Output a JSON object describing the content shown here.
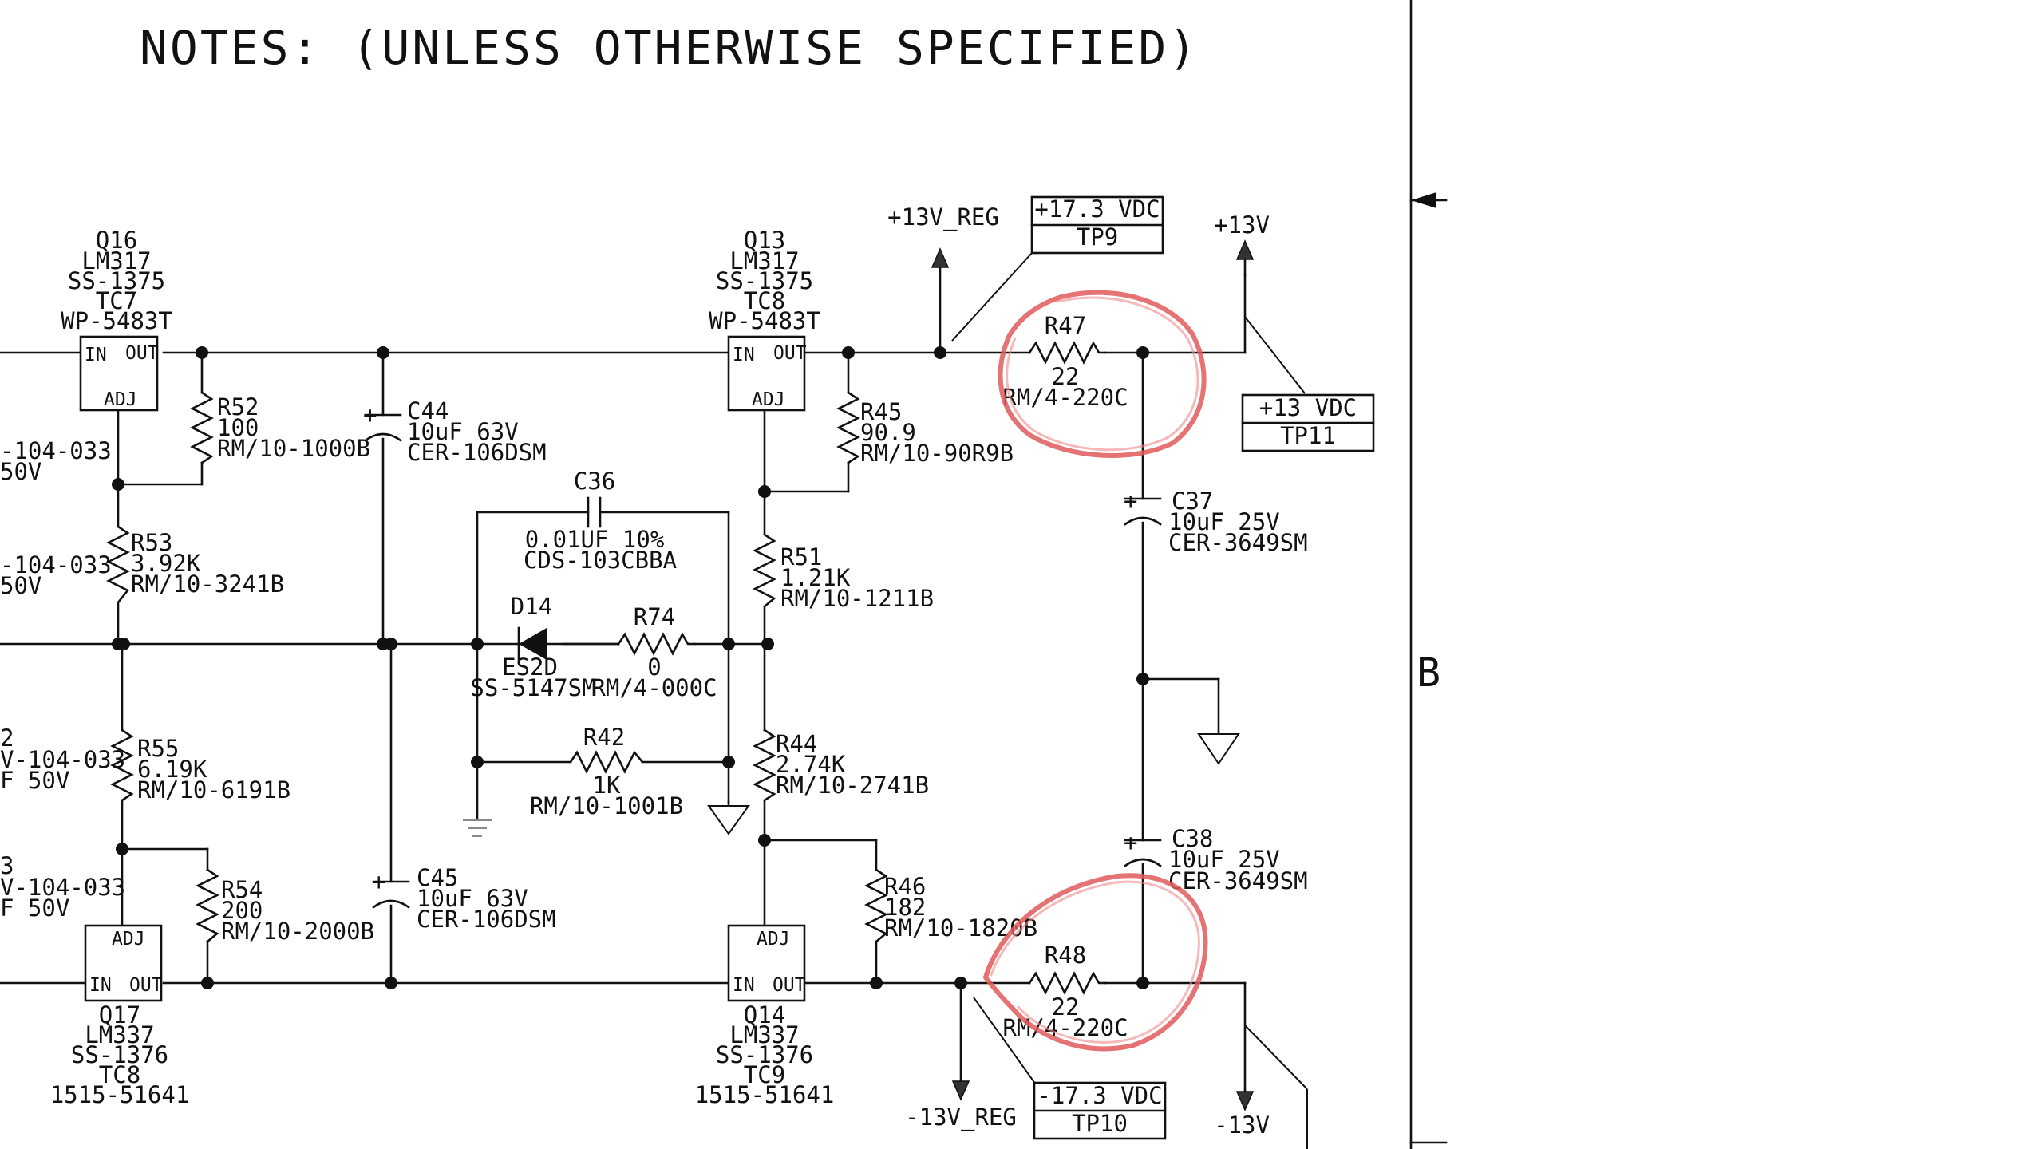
{
  "notes": {
    "title": "NOTES:  (UNLESS OTHERWISE SPECIFIED)"
  },
  "border": {
    "zone_letter": "B"
  },
  "cut_labels": [
    "-104-033",
    "50V",
    "-104-033",
    "50V",
    "2",
    "V-104-033",
    "F 50V",
    "3",
    "V-104-033",
    "F 50V"
  ],
  "regulators": {
    "q16": {
      "lines": [
        "Q16",
        "LM317",
        "SS-1375",
        "TC7",
        "WP-5483T"
      ],
      "in": "IN",
      "out": "OUT",
      "adj": "ADJ"
    },
    "q13": {
      "lines": [
        "Q13",
        "LM317",
        "SS-1375",
        "TC8",
        "WP-5483T"
      ],
      "in": "IN",
      "out": "OUT",
      "adj": "ADJ"
    },
    "q17": {
      "lines": [
        "Q17",
        "LM337",
        "SS-1376",
        "TC8",
        "1515-51641"
      ],
      "in": "IN",
      "out": "OUT",
      "adj": "ADJ"
    },
    "q14": {
      "lines": [
        "Q14",
        "LM337",
        "SS-1376",
        "TC9",
        "1515-51641"
      ],
      "in": "IN",
      "out": "OUT",
      "adj": "ADJ"
    }
  },
  "resistors": {
    "r52": [
      "R52",
      "100",
      "RM/10-1000B"
    ],
    "r53": [
      "R53",
      "3.92K",
      "RM/10-3241B"
    ],
    "r55": [
      "R55",
      "6.19K",
      "RM/10-6191B"
    ],
    "r54": [
      "R54",
      "200",
      "RM/10-2000B"
    ],
    "r45": [
      "R45",
      "90.9",
      "RM/10-90R9B"
    ],
    "r51": [
      "R51",
      "1.21K",
      "RM/10-1211B"
    ],
    "r44": [
      "R44",
      "2.74K",
      "RM/10-2741B"
    ],
    "r46": [
      "R46",
      "182",
      "RM/10-1820B"
    ],
    "r74": [
      "R74",
      "0",
      "RM/4-000C"
    ],
    "r42": [
      "R42",
      "1K",
      "RM/10-1001B"
    ],
    "r47": [
      "R47",
      "22",
      "RM/4-220C"
    ],
    "r48": [
      "R48",
      "22",
      "RM/4-220C"
    ]
  },
  "capacitors": {
    "c44": [
      "C44",
      "10uF  63V",
      "CER-106DSM"
    ],
    "c45": [
      "C45",
      "10uF  63V",
      "CER-106DSM"
    ],
    "c36": [
      "C36",
      "0.01UF 10%",
      "CDS-103CBBA"
    ],
    "c37": [
      "C37",
      "10uF  25V",
      "CER-3649SM"
    ],
    "c38": [
      "C38",
      "10uF  25V",
      "CER-3649SM"
    ],
    "plus": "+"
  },
  "diode": {
    "d14": [
      "D14",
      "ES2D",
      "SS-5147SM"
    ]
  },
  "nets": {
    "p13_reg": "+13V_REG",
    "p13": "+13V",
    "m13_reg": "-13V_REG",
    "m13": "-13V"
  },
  "testpoints": {
    "tp9": {
      "value": "+17.3  VDC",
      "name": "TP9"
    },
    "tp11": {
      "value": "+13  VDC",
      "name": "TP11"
    },
    "tp10": {
      "value": "-17.3  VDC",
      "name": "TP10"
    }
  },
  "colors": {
    "ink": "#111111",
    "highlight": "#e25a5a",
    "background": "#ffffff"
  }
}
